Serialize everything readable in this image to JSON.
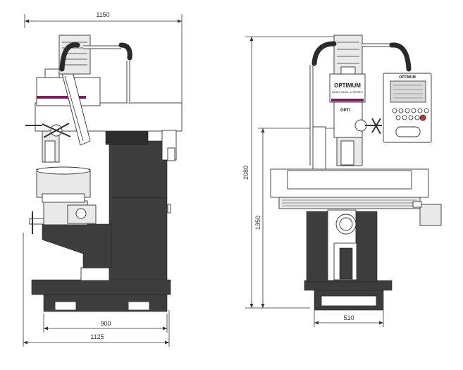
{
  "dimensions": {
    "side_top_width": "1150",
    "side_base_width": "900",
    "side_overall_width": "1125",
    "front_overall_height": "2080",
    "front_table_height": "1350",
    "front_base_width": "510"
  },
  "machine": {
    "brand": "OPTIMUM",
    "brand_sub": "BASIC DRILL & SERIES",
    "head_label": "OPTI"
  },
  "colors": {
    "accent": "#7a1f5c",
    "body": "#3d3d3d",
    "line": "#333333"
  }
}
